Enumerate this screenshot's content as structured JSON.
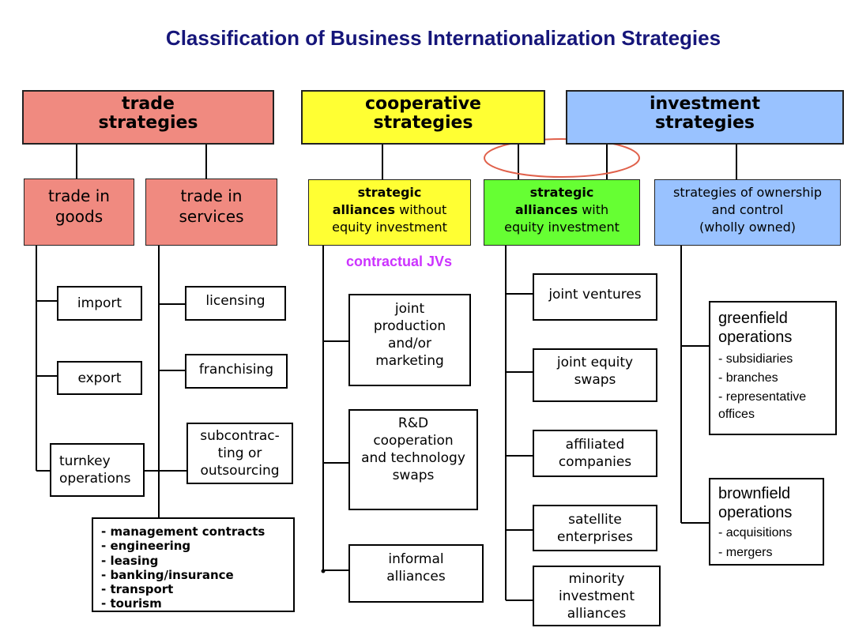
{
  "title": "Classification of Business Internationalization Strategies",
  "top": {
    "trade": [
      "trade",
      "strategies"
    ],
    "cooperative": [
      "cooperative",
      "strategies"
    ],
    "investment": [
      "investment",
      "strategies"
    ]
  },
  "trade_goods": {
    "label": [
      "trade in",
      "goods"
    ],
    "import": "import",
    "export": "export",
    "turnkey": [
      "turnkey",
      "operations"
    ]
  },
  "trade_services": {
    "label": [
      "trade in",
      "services"
    ],
    "licensing": "licensing",
    "franchising": "franchising",
    "subcontracting": [
      "subcontrac-",
      "ting or",
      "outsourcing"
    ],
    "other": [
      "- management contracts",
      "- engineering",
      "- leasing",
      "- banking/insurance",
      "- transport",
      "- tourism"
    ]
  },
  "alliances_no_equity": {
    "label": {
      "line1": "strategic",
      "line2_bold": "alliances",
      "line2_rest": " without",
      "line3": "equity investment"
    },
    "note": "contractual JVs",
    "joint_production": [
      "joint",
      "production",
      "and/or",
      "marketing"
    ],
    "rd": [
      "R&D",
      "cooperation",
      "and technology",
      "swaps"
    ],
    "informal": [
      "informal",
      "alliances"
    ]
  },
  "alliances_equity": {
    "label": {
      "line1": "strategic",
      "line2_bold": "alliances",
      "line2_rest": " with",
      "line3": "equity investment"
    },
    "joint_ventures": [
      "joint ventures"
    ],
    "joint_equity_swaps": [
      "joint equity",
      "swaps"
    ],
    "affiliated": [
      "affiliated",
      "companies"
    ],
    "satellite": [
      "satellite",
      "enterprises"
    ],
    "minority": [
      "minority",
      "investment",
      "alliances"
    ]
  },
  "ownership": {
    "label": [
      "strategies of ownership",
      "and control",
      "(wholly owned)"
    ],
    "greenfield": {
      "title": [
        "greenfield",
        "operations"
      ],
      "items": [
        "-  subsidiaries",
        "-  branches",
        "-  representative offices"
      ]
    },
    "brownfield": {
      "title": [
        "brownfield",
        "operations"
      ],
      "items": [
        "- acquisitions",
        "- mergers"
      ]
    }
  },
  "colors": {
    "title": "#16167a",
    "trade": "#f08a80",
    "cooperative": "#ffff33",
    "investment": "#99c2ff",
    "equity_alliance": "#66ff33",
    "contractual_note": "#cc33ff",
    "highlight_ellipse": "#e0604a"
  }
}
